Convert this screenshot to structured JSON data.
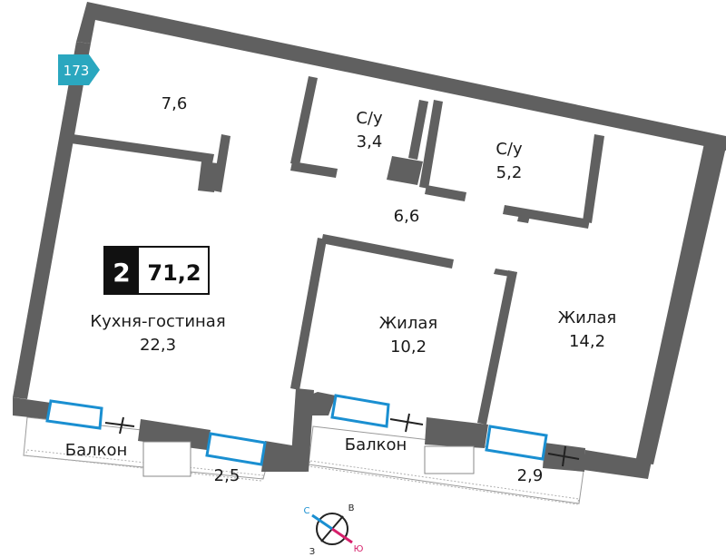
{
  "apartment": {
    "number_tag": "173",
    "rooms_count": "2",
    "total_area": "71,2"
  },
  "rooms": [
    {
      "id": "hall-top",
      "name": "",
      "area": "7,6"
    },
    {
      "id": "bathroom-1",
      "name": "С/у",
      "area": "3,4"
    },
    {
      "id": "bathroom-2",
      "name": "С/у",
      "area": "5,2"
    },
    {
      "id": "corridor",
      "name": "",
      "area": "6,6"
    },
    {
      "id": "kitchen-living",
      "name": "Кухня-гостиная",
      "area": "22,3"
    },
    {
      "id": "bedroom-1",
      "name": "Жилая",
      "area": "10,2"
    },
    {
      "id": "bedroom-2",
      "name": "Жилая",
      "area": "14,2"
    }
  ],
  "balconies": [
    {
      "name": "Балкон",
      "area": "2,5"
    },
    {
      "name": "Балкон",
      "area": "2,9"
    }
  ],
  "compass": {
    "north": "С",
    "east": "В",
    "south": "Ю",
    "west": "З"
  },
  "colors": {
    "wall": "#606060",
    "window": "#1a8fd1",
    "tag": "#2aa7bf",
    "south_needle": "#d6206b",
    "north_needle": "#1a8fd1"
  }
}
